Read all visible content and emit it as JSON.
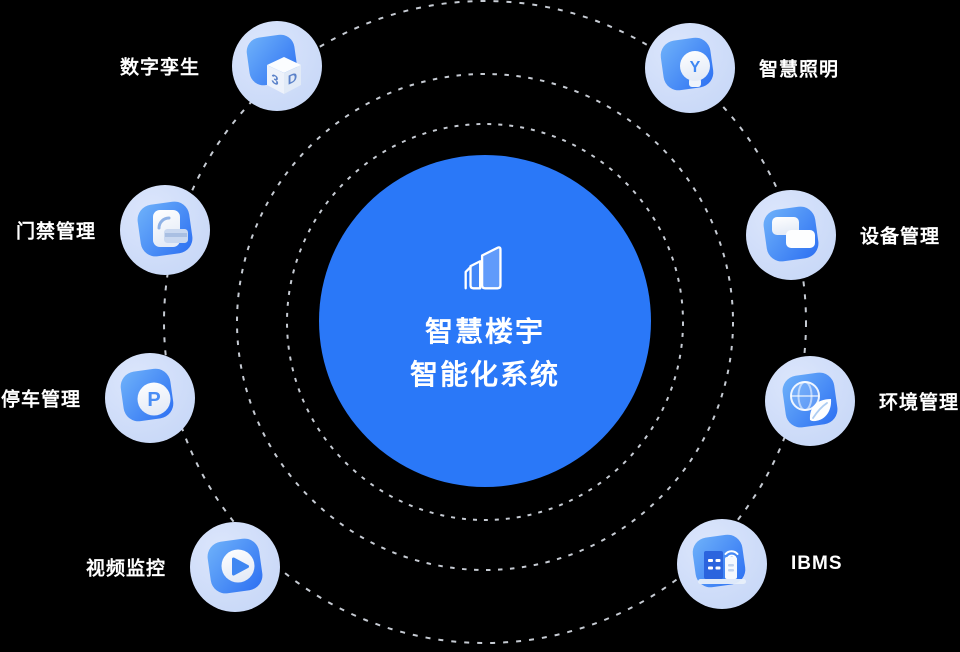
{
  "background_color": "#000000",
  "orbit_color": "#DCE1EA",
  "center": {
    "title_line1": "智慧楼宇",
    "title_line2": "智能化系统",
    "circle_color": "#2A78F8",
    "icon": "buildings-icon"
  },
  "node_style": {
    "halo_color": "#CFDCF8",
    "square_gradient": [
      "#6FB2FA",
      "#2C6FF2"
    ],
    "label_color": "#FFFFFF"
  },
  "nodes": [
    {
      "id": "digital-twin",
      "label": "数字孪生",
      "icon": "3d-cube-icon",
      "glyph_left": "3",
      "glyph_right": "D"
    },
    {
      "id": "smart-lighting",
      "label": "智慧照明",
      "icon": "lightbulb-icon",
      "glyph": "Y"
    },
    {
      "id": "access-control",
      "label": "门禁管理",
      "icon": "access-card-reader-icon"
    },
    {
      "id": "device-management",
      "label": "设备管理",
      "icon": "stacked-panels-icon"
    },
    {
      "id": "parking-management",
      "label": "停车管理",
      "icon": "parking-icon",
      "glyph": "P"
    },
    {
      "id": "environment-management",
      "label": "环境管理",
      "icon": "globe-leaf-icon"
    },
    {
      "id": "video-surveillance",
      "label": "视频监控",
      "icon": "video-play-icon"
    },
    {
      "id": "ibms",
      "label": "IBMS",
      "icon": "building-signal-icon"
    }
  ]
}
